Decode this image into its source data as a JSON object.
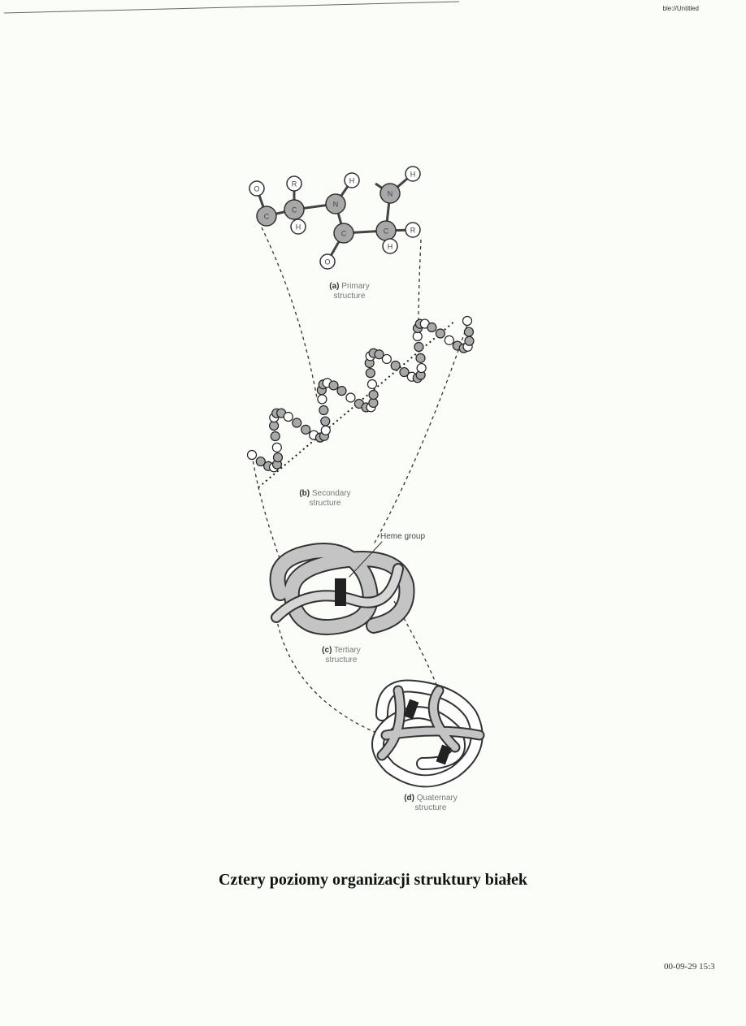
{
  "header": {
    "url_text": "ble://Untitled"
  },
  "diagram": {
    "primary": {
      "letter": "(a)",
      "label_line1": "Primary",
      "label_line2": "structure",
      "atoms": [
        "O",
        "C",
        "R",
        "C",
        "H",
        "N",
        "H",
        "C",
        "O",
        "N",
        "H",
        "C",
        "R",
        "H"
      ]
    },
    "secondary": {
      "letter": "(b)",
      "label_line1": "Secondary",
      "label_line2": "structure"
    },
    "tertiary": {
      "letter": "(c)",
      "label_line1": "Tertiary",
      "label_line2": "structure",
      "callout": "Heme group"
    },
    "quaternary": {
      "letter": "(d)",
      "label_line1": "Quaternary",
      "label_line2": "structure"
    }
  },
  "caption": "Cztery poziomy organizacji struktury białek",
  "timestamp": "00-09-29 15:3",
  "colors": {
    "atom_fill": "#a8a8a8",
    "ribbon_fill": "#c4c4c4",
    "heme": "#222222",
    "paper": "#fbfdf8"
  }
}
